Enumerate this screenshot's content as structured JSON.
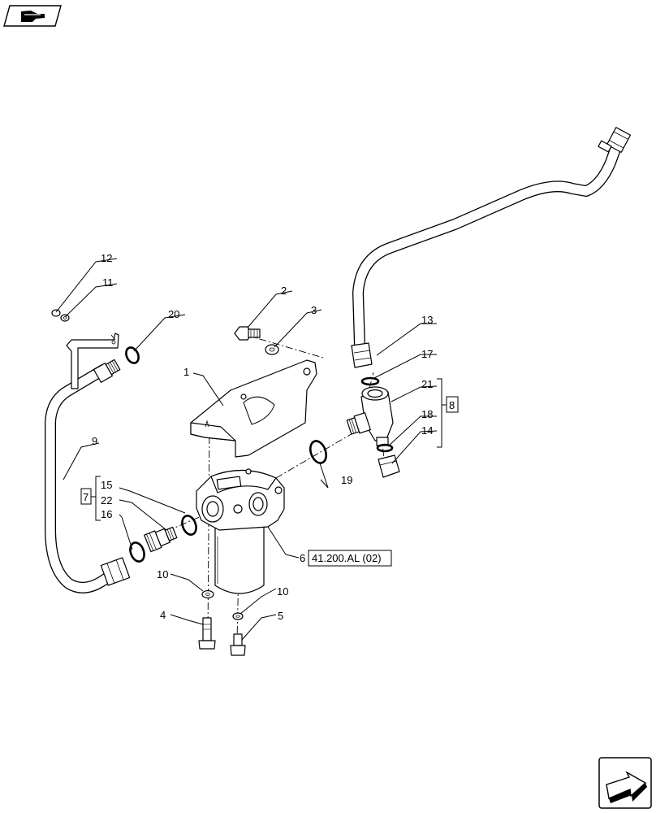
{
  "callouts": {
    "c1": "1",
    "c2": "2",
    "c3": "3",
    "c4": "4",
    "c5": "5",
    "c6": "6",
    "c9": "9",
    "c10a": "10",
    "c10b": "10",
    "c11": "11",
    "c12": "12",
    "c13": "13",
    "c14": "14",
    "c15": "15",
    "c16": "16",
    "c17": "17",
    "c18": "18",
    "c19": "19",
    "c20": "20",
    "c21": "21",
    "c22": "22"
  },
  "group_boxes": {
    "g7": "7",
    "g8": "8"
  },
  "reference": {
    "label": "41.200.AL (02)"
  },
  "icons": {
    "top_left": "book-hand-icon",
    "bottom_right": "next-page-arrow-icon"
  }
}
